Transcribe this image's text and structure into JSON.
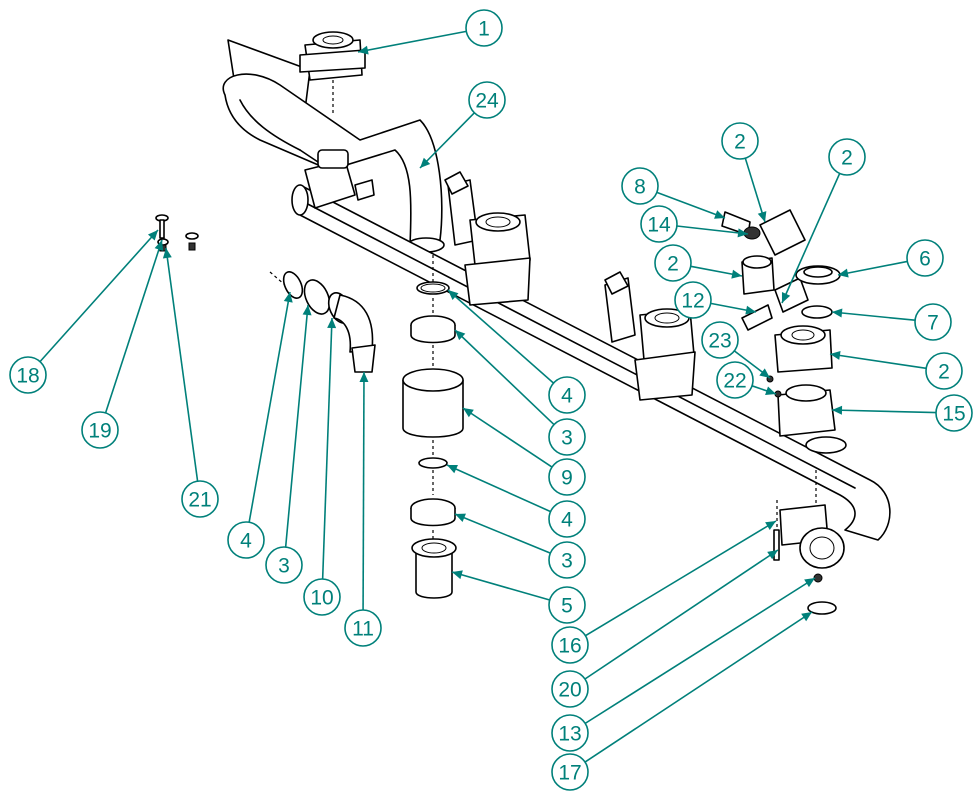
{
  "colors": {
    "callout": "#00807a",
    "linework": "#000000"
  },
  "callouts": [
    {
      "id": "c1",
      "text": "1"
    },
    {
      "id": "c24",
      "text": "24"
    },
    {
      "id": "c2a",
      "text": "2"
    },
    {
      "id": "c2b",
      "text": "2"
    },
    {
      "id": "c8",
      "text": "8"
    },
    {
      "id": "c14",
      "text": "14"
    },
    {
      "id": "c2c",
      "text": "2"
    },
    {
      "id": "c6",
      "text": "6"
    },
    {
      "id": "c12",
      "text": "12"
    },
    {
      "id": "c7",
      "text": "7"
    },
    {
      "id": "c23",
      "text": "23"
    },
    {
      "id": "c2d",
      "text": "2"
    },
    {
      "id": "c22",
      "text": "22"
    },
    {
      "id": "c15",
      "text": "15"
    },
    {
      "id": "c4a",
      "text": "4"
    },
    {
      "id": "c3a",
      "text": "3"
    },
    {
      "id": "c9",
      "text": "9"
    },
    {
      "id": "c4b",
      "text": "4"
    },
    {
      "id": "c3b",
      "text": "3"
    },
    {
      "id": "c5",
      "text": "5"
    },
    {
      "id": "c18",
      "text": "18"
    },
    {
      "id": "c19",
      "text": "19"
    },
    {
      "id": "c21",
      "text": "21"
    },
    {
      "id": "c4c",
      "text": "4"
    },
    {
      "id": "c3c",
      "text": "3"
    },
    {
      "id": "c10",
      "text": "10"
    },
    {
      "id": "c11",
      "text": "11"
    },
    {
      "id": "c16",
      "text": "16"
    },
    {
      "id": "c20",
      "text": "20"
    },
    {
      "id": "c13",
      "text": "13"
    },
    {
      "id": "c17",
      "text": "17"
    }
  ]
}
